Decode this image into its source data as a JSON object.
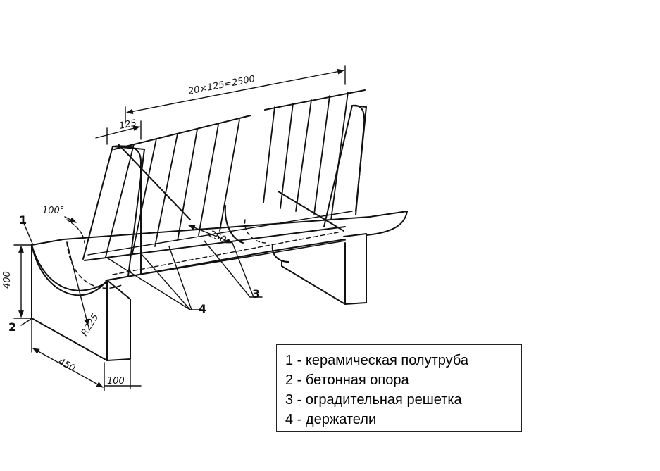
{
  "dimensions": {
    "total_length": "20×125=2500",
    "bar_spacing": "125",
    "holder_gap": "250",
    "angle": "100°",
    "height": "400",
    "width": "450",
    "support_thickness": "100",
    "radius": "R225"
  },
  "callouts": {
    "c1": "1",
    "c2": "2",
    "c3": "3",
    "c4": "4"
  },
  "legend": [
    "1 - керамическая полутруба",
    "2 - бетонная опора",
    "3 - оградительная решетка",
    "4 - держатели"
  ]
}
